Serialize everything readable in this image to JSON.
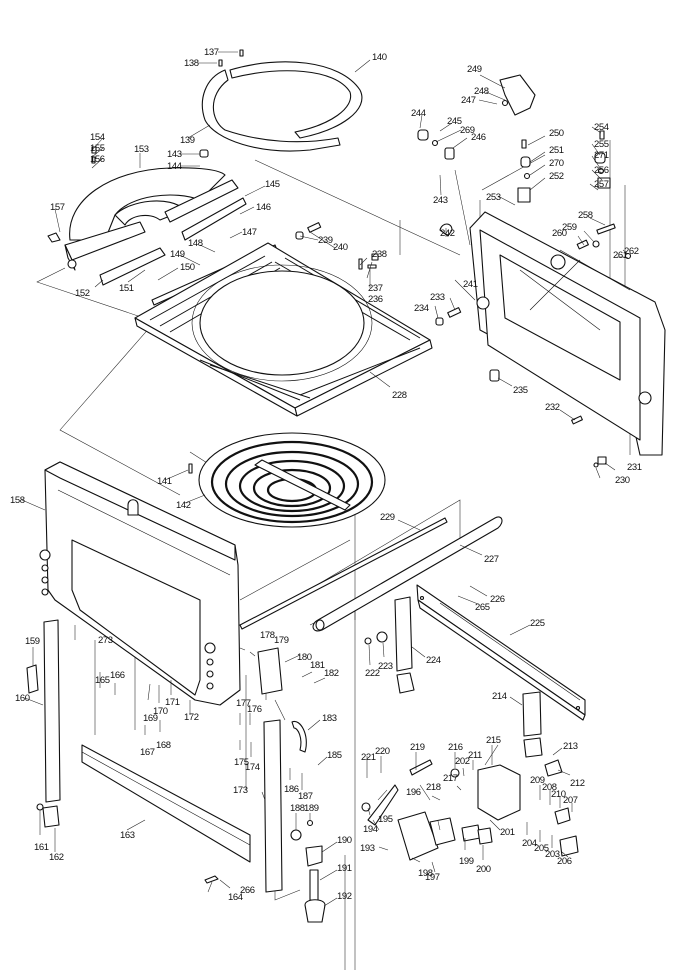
{
  "diagram": {
    "type": "exploded-parts-diagram",
    "subject": "Table saw stand / table assembly",
    "line_color": "#111111",
    "background": "#ffffff",
    "parts": [
      {
        "id": "137",
        "label": "137",
        "name": "screw"
      },
      {
        "id": "138",
        "label": "138",
        "name": "screw"
      },
      {
        "id": "139",
        "label": "139",
        "name": "ring-plate"
      },
      {
        "id": "140",
        "label": "140",
        "name": "scale-ring"
      },
      {
        "id": "141",
        "label": "141",
        "name": "screw"
      },
      {
        "id": "142",
        "label": "142",
        "name": "turn-base"
      },
      {
        "id": "143",
        "label": "143",
        "name": "knob"
      },
      {
        "id": "144",
        "label": "144",
        "name": "washer"
      },
      {
        "id": "145",
        "label": "145",
        "name": "guide-rail"
      },
      {
        "id": "146",
        "label": "146",
        "name": "bolt"
      },
      {
        "id": "147",
        "label": "147",
        "name": "screw"
      },
      {
        "id": "148",
        "label": "148",
        "name": "plate"
      },
      {
        "id": "149",
        "label": "149",
        "name": "scale-strip"
      },
      {
        "id": "150",
        "label": "150",
        "name": "screw"
      },
      {
        "id": "151",
        "label": "151",
        "name": "bolt"
      },
      {
        "id": "152",
        "label": "152",
        "name": "guide-rail"
      },
      {
        "id": "153",
        "label": "153",
        "name": "miter-arm"
      },
      {
        "id": "154",
        "label": "154",
        "name": "cap"
      },
      {
        "id": "155",
        "label": "155",
        "name": "spring"
      },
      {
        "id": "156",
        "label": "156",
        "name": "ball"
      },
      {
        "id": "157",
        "label": "157",
        "name": "wing-bolt"
      },
      {
        "id": "158",
        "label": "158",
        "name": "left-side-frame"
      },
      {
        "id": "159",
        "label": "159",
        "name": "clip"
      },
      {
        "id": "160",
        "label": "160",
        "name": "leg"
      },
      {
        "id": "161",
        "label": "161",
        "name": "nut"
      },
      {
        "id": "162",
        "label": "162",
        "name": "foot"
      },
      {
        "id": "163",
        "label": "163",
        "name": "cross-brace"
      },
      {
        "id": "164",
        "label": "164",
        "name": "bolt"
      },
      {
        "id": "165",
        "label": "165",
        "name": "bracket"
      },
      {
        "id": "166",
        "label": "166",
        "name": "screw"
      },
      {
        "id": "167",
        "label": "167",
        "name": "bracket"
      },
      {
        "id": "168",
        "label": "168",
        "name": "screw"
      },
      {
        "id": "169",
        "label": "169",
        "name": "nut"
      },
      {
        "id": "170",
        "label": "170",
        "name": "washer"
      },
      {
        "id": "171",
        "label": "171",
        "name": "washer"
      },
      {
        "id": "172",
        "label": "172",
        "name": "knob-bolt"
      },
      {
        "id": "173",
        "label": "173",
        "name": "leg"
      },
      {
        "id": "174",
        "label": "174",
        "name": "nut"
      },
      {
        "id": "175",
        "label": "175",
        "name": "nut"
      },
      {
        "id": "176",
        "label": "176",
        "name": "collar"
      },
      {
        "id": "177",
        "label": "177",
        "name": "nut"
      },
      {
        "id": "178",
        "label": "178",
        "name": "nut"
      },
      {
        "id": "179",
        "label": "179",
        "name": "washer"
      },
      {
        "id": "180",
        "label": "180",
        "name": "leg-bracket"
      },
      {
        "id": "181",
        "label": "181",
        "name": "nut"
      },
      {
        "id": "182",
        "label": "182",
        "name": "bolt"
      },
      {
        "id": "183",
        "label": "183",
        "name": "clip"
      },
      {
        "id": "185",
        "label": "185",
        "name": "bolt"
      },
      {
        "id": "186",
        "label": "186",
        "name": "nut"
      },
      {
        "id": "187",
        "label": "187",
        "name": "bolt"
      },
      {
        "id": "188",
        "label": "188",
        "name": "washer"
      },
      {
        "id": "189",
        "label": "189",
        "name": "nut"
      },
      {
        "id": "190",
        "label": "190",
        "name": "adjuster-base"
      },
      {
        "id": "191",
        "label": "191",
        "name": "spring"
      },
      {
        "id": "192",
        "label": "192",
        "name": "adjuster-foot"
      },
      {
        "id": "193",
        "label": "193",
        "name": "screw"
      },
      {
        "id": "194",
        "label": "194",
        "name": "cord-clamp"
      },
      {
        "id": "195",
        "label": "195",
        "name": "lever"
      },
      {
        "id": "196",
        "label": "196",
        "name": "switch"
      },
      {
        "id": "197",
        "label": "197",
        "name": "switch-box-cover"
      },
      {
        "id": "198",
        "label": "198",
        "name": "screw"
      },
      {
        "id": "199",
        "label": "199",
        "name": "terminal"
      },
      {
        "id": "200",
        "label": "200",
        "name": "capacitor"
      },
      {
        "id": "201",
        "label": "201",
        "name": "plate"
      },
      {
        "id": "202",
        "label": "202",
        "name": "screw"
      },
      {
        "id": "203",
        "label": "203",
        "name": "spring"
      },
      {
        "id": "204",
        "label": "204",
        "name": "ring"
      },
      {
        "id": "205",
        "label": "205",
        "name": "nut"
      },
      {
        "id": "206",
        "label": "206",
        "name": "button"
      },
      {
        "id": "207",
        "label": "207",
        "name": "button"
      },
      {
        "id": "208",
        "label": "208",
        "name": "nut"
      },
      {
        "id": "209",
        "label": "209",
        "name": "ring"
      },
      {
        "id": "210",
        "label": "210",
        "name": "spring"
      },
      {
        "id": "211",
        "label": "211",
        "name": "screw"
      },
      {
        "id": "212",
        "label": "212",
        "name": "cover"
      },
      {
        "id": "213",
        "label": "213",
        "name": "spring"
      },
      {
        "id": "214",
        "label": "214",
        "name": "leg-bracket"
      },
      {
        "id": "215",
        "label": "215",
        "name": "switch-box"
      },
      {
        "id": "216",
        "label": "216",
        "name": "nut"
      },
      {
        "id": "217",
        "label": "217",
        "name": "washer"
      },
      {
        "id": "218",
        "label": "218",
        "name": "screw"
      },
      {
        "id": "219",
        "label": "219",
        "name": "strain-relief"
      },
      {
        "id": "220",
        "label": "220",
        "name": "sleeve"
      },
      {
        "id": "221",
        "label": "221",
        "name": "screw"
      },
      {
        "id": "222",
        "label": "222",
        "name": "nut"
      },
      {
        "id": "223",
        "label": "223",
        "name": "washer"
      },
      {
        "id": "224",
        "label": "224",
        "name": "leg"
      },
      {
        "id": "225",
        "label": "225",
        "name": "cross-brace"
      },
      {
        "id": "226",
        "label": "226",
        "name": "bolt"
      },
      {
        "id": "227",
        "label": "227",
        "name": "pipe"
      },
      {
        "id": "228",
        "label": "228",
        "name": "table"
      },
      {
        "id": "229",
        "label": "229",
        "name": "rod"
      },
      {
        "id": "230",
        "label": "230",
        "name": "screw"
      },
      {
        "id": "231",
        "label": "231",
        "name": "holder"
      },
      {
        "id": "232",
        "label": "232",
        "name": "screw"
      },
      {
        "id": "233",
        "label": "233",
        "name": "bolt"
      },
      {
        "id": "234",
        "label": "234",
        "name": "washer"
      },
      {
        "id": "235",
        "label": "235",
        "name": "cap"
      },
      {
        "id": "236",
        "label": "236",
        "name": "spring"
      },
      {
        "id": "237",
        "label": "237",
        "name": "screw"
      },
      {
        "id": "238",
        "label": "238",
        "name": "pin"
      },
      {
        "id": "239",
        "label": "239",
        "name": "nut"
      },
      {
        "id": "240",
        "label": "240",
        "name": "bolt"
      },
      {
        "id": "241",
        "label": "241",
        "name": "right-side-frame"
      },
      {
        "id": "242",
        "label": "242",
        "name": "torsion-spring"
      },
      {
        "id": "243",
        "label": "243",
        "name": "screw"
      },
      {
        "id": "244",
        "label": "244",
        "name": "screw"
      },
      {
        "id": "245",
        "label": "245",
        "name": "collar"
      },
      {
        "id": "246",
        "label": "246",
        "name": "bracket"
      },
      {
        "id": "247",
        "label": "247",
        "name": "screw"
      },
      {
        "id": "248",
        "label": "248",
        "name": "nut"
      },
      {
        "id": "249",
        "label": "249",
        "name": "lock-plate"
      },
      {
        "id": "250",
        "label": "250",
        "name": "screw"
      },
      {
        "id": "251",
        "label": "251",
        "name": "collar"
      },
      {
        "id": "252",
        "label": "252",
        "name": "bracket"
      },
      {
        "id": "253",
        "label": "253",
        "name": "screw"
      },
      {
        "id": "254",
        "label": "254",
        "name": "screw"
      },
      {
        "id": "255",
        "label": "255",
        "name": "collar"
      },
      {
        "id": "256",
        "label": "256",
        "name": "bracket"
      },
      {
        "id": "257",
        "label": "257",
        "name": "screw"
      },
      {
        "id": "258",
        "label": "258",
        "name": "bolt"
      },
      {
        "id": "259",
        "label": "259",
        "name": "washer"
      },
      {
        "id": "260",
        "label": "260",
        "name": "sleeve"
      },
      {
        "id": "261",
        "label": "261",
        "name": "screw"
      },
      {
        "id": "262",
        "label": "262",
        "name": "washer"
      },
      {
        "id": "265",
        "label": "265",
        "name": "washer"
      },
      {
        "id": "266",
        "label": "266",
        "name": "washer"
      },
      {
        "id": "269",
        "label": "269",
        "name": "washer"
      },
      {
        "id": "270",
        "label": "270",
        "name": "washer"
      },
      {
        "id": "271",
        "label": "271",
        "name": "washer"
      },
      {
        "id": "273",
        "label": "273",
        "name": "cap"
      }
    ]
  }
}
